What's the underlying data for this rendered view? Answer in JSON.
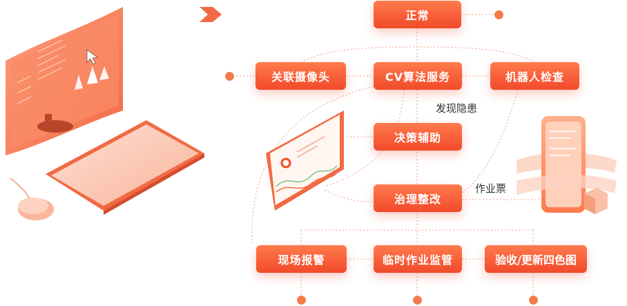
{
  "nodes": {
    "normal": "正常",
    "cv_service": "CV算法服务",
    "related_camera": "关联摄像头",
    "robot_inspection": "机器人检查",
    "decision_assist": "决策辅助",
    "governance": "治理整改",
    "site_alarm": "现场报警",
    "temp_supervision": "临时作业监管",
    "acceptance": "验收/更新四色图"
  },
  "edge_labels": {
    "found_hazard": "发现隐患",
    "work_ticket": "作业票"
  },
  "colors": {
    "accent": "#f24a2a",
    "accent_light": "#ff7a4d",
    "dotted_line": "#f3b39a"
  }
}
